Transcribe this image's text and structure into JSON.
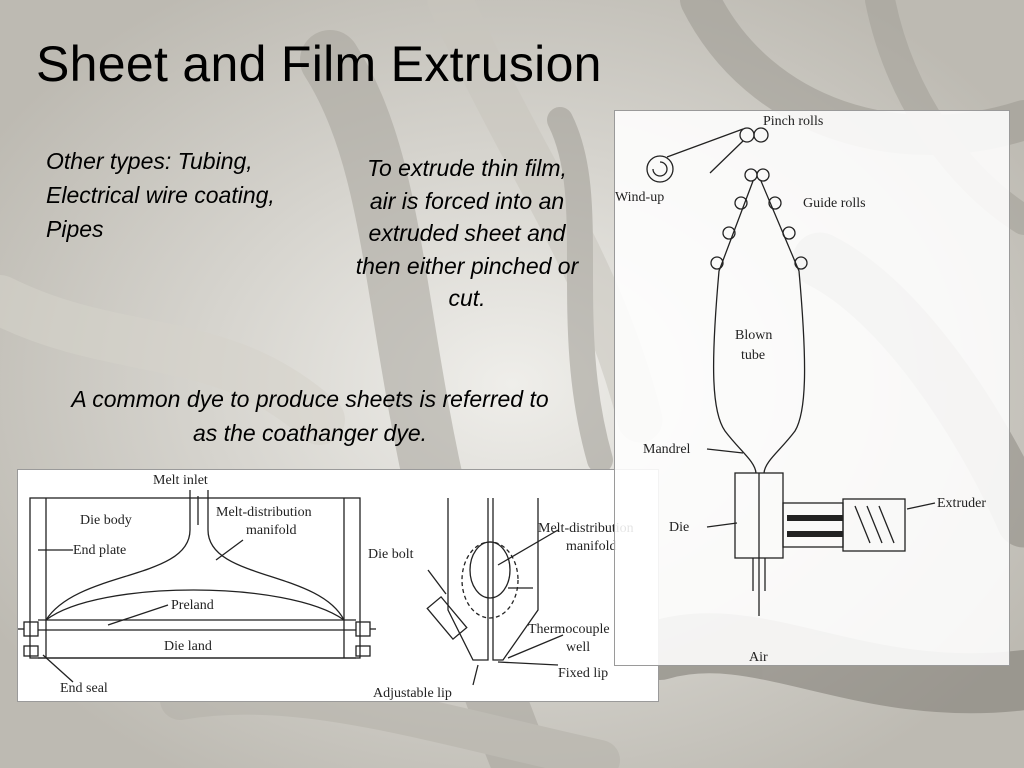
{
  "slide": {
    "title": "Sheet and Film Extrusion",
    "text_other_types": "Other types: Tubing, Electrical wire coating, Pipes",
    "text_thin_film": "To extrude thin film, air is forced into an extruded sheet and then either pinched or cut.",
    "text_coathanger": "A common dye to produce sheets is referred to as the coathanger dye."
  },
  "coathanger_diagram": {
    "melt_inlet": "Melt   inlet",
    "die_body": "Die   body",
    "end_plate": "End   plate",
    "manifold": "Melt-distribution",
    "manifold2": "manifold",
    "preland": "Preland",
    "die_land": "Die   land",
    "end_seal": "End   seal",
    "die_bolt": "Die   bolt",
    "manifold_b": "Melt-distribution",
    "manifold_b2": "manifold",
    "thermocouple": "Thermocouple",
    "thermocouple2": "well",
    "fixed_lip": "Fixed   lip",
    "adjustable_lip": "Adjustable   lip"
  },
  "blown_film_diagram": {
    "pinch_rolls": "Pinch   rolls",
    "wind_up": "Wind-up",
    "guide_rolls": "Guide   rolls",
    "blown_tube": "Blown",
    "blown_tube2": "tube",
    "mandrel": "Mandrel",
    "die": "Die",
    "extruder": "Extruder",
    "air": "Air"
  }
}
